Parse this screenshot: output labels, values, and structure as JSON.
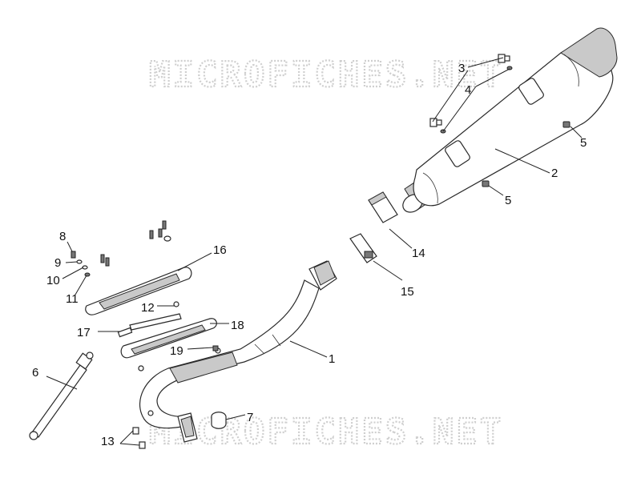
{
  "watermark": {
    "top": "MICROFICHES.NET",
    "bottom": "MICROFICHES.NET"
  },
  "callouts": {
    "c1": "1",
    "c2": "2",
    "c3": "3",
    "c4": "4",
    "c5a": "5",
    "c5b": "5",
    "c6": "6",
    "c7": "7",
    "c8": "8",
    "c9": "9",
    "c10": "10",
    "c11": "11",
    "c12": "12",
    "c13": "13",
    "c14": "14",
    "c15": "15",
    "c16": "16",
    "c17": "17",
    "c18": "18",
    "c19": "19"
  }
}
